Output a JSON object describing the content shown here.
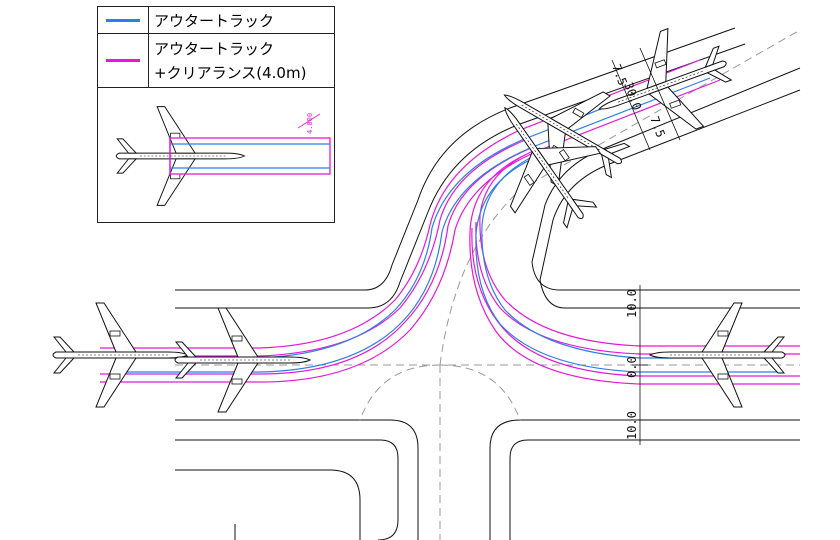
{
  "legend": {
    "items": [
      {
        "label_lines": [
          "アウタートラック"
        ],
        "color": "#2f7fe0"
      },
      {
        "label_lines": [
          "アウタートラック",
          "+クリアランス(4.0m)"
        ],
        "color": "#e51ad8"
      }
    ],
    "thumb_dimension": "4.000"
  },
  "dimensions": {
    "top_left": "7.5",
    "top_mid": "30.0",
    "top_right": "7.5",
    "right_upper": "10.0",
    "right_center": "0.0",
    "right_lower": "10.0"
  },
  "colors": {
    "outer_track": "#2f7fe0",
    "clearance": "#e51ad8",
    "edge_line": "#111111",
    "center_line": "#9a9a9a"
  }
}
